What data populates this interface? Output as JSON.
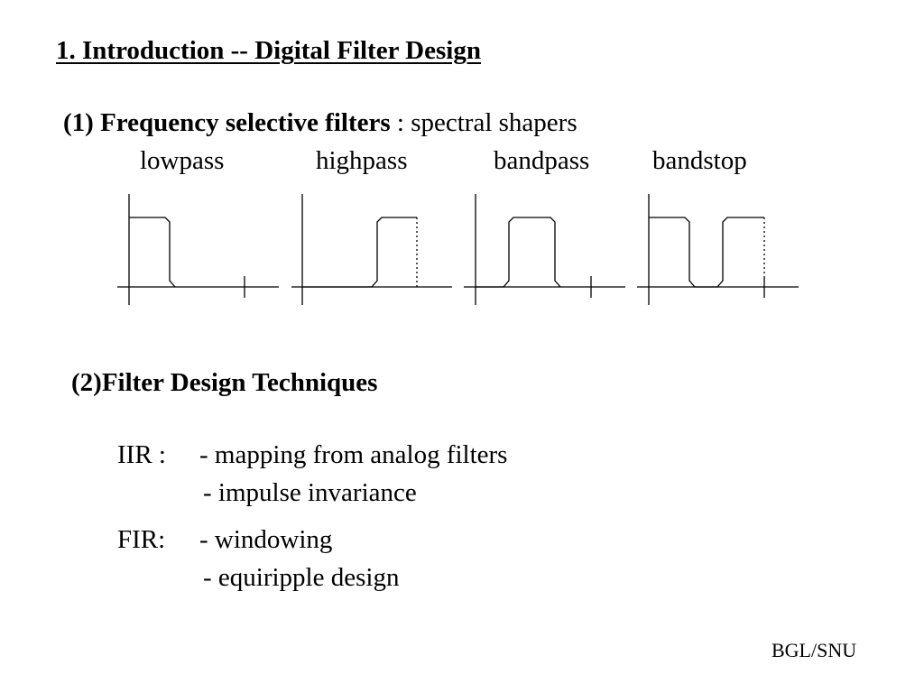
{
  "slide": {
    "title": "1. Introduction -- Digital Filter Design",
    "section1": {
      "number": "(1)",
      "heading": "Frequency selective filters",
      "rest": " : spectral shapers",
      "filter_types": [
        "lowpass",
        "highpass",
        "bandpass",
        "bandstop"
      ]
    },
    "section2": {
      "heading": "(2)Filter Design Techniques",
      "iir": {
        "label": "IIR :",
        "items": [
          "-  mapping from analog filters",
          "-  impulse invariance"
        ]
      },
      "fir": {
        "label": "FIR:",
        "items": [
          "-  windowing",
          "-  equiripple design"
        ]
      }
    },
    "footer": "BGL/SNU"
  }
}
